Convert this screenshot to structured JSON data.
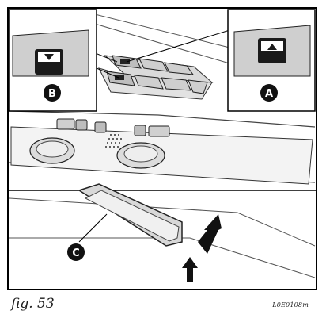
{
  "figure": {
    "caption": "fig. 53",
    "code": "L0E0108m",
    "labels": {
      "a": "A",
      "b": "B",
      "c": "C"
    },
    "icons": [
      "roof-button-down-icon",
      "roof-button-up-icon",
      "arrow-up-icon"
    ]
  }
}
